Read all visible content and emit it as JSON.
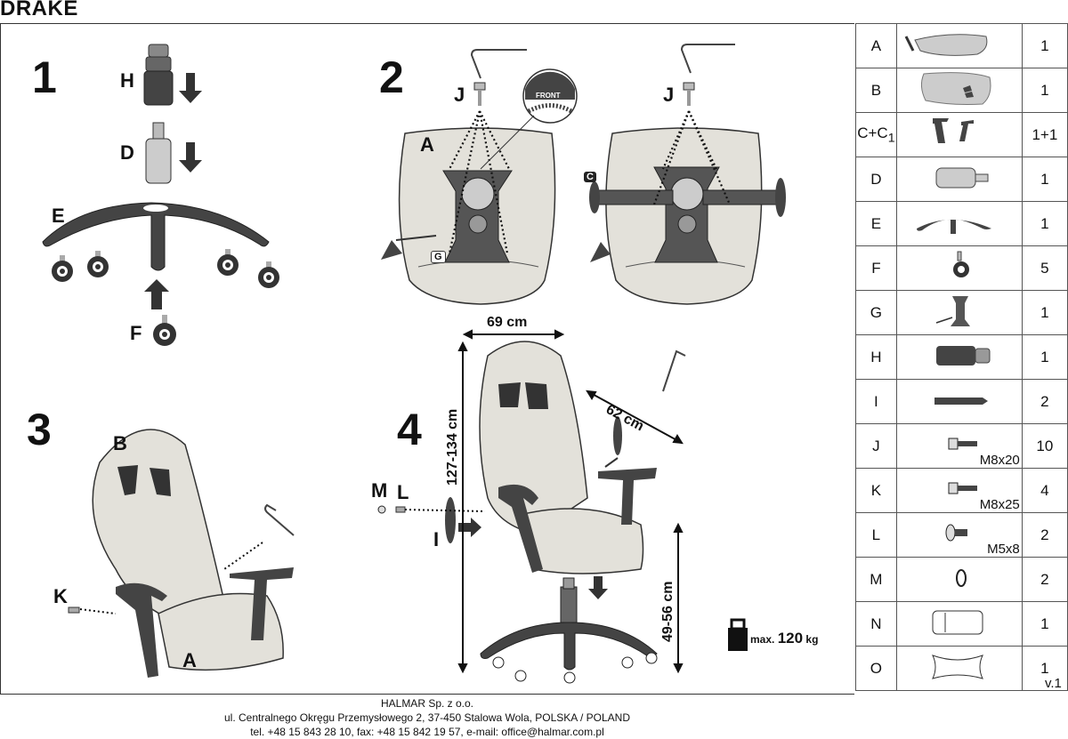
{
  "doc": {
    "title": "DRAKE",
    "version": "v.1"
  },
  "steps": [
    "1",
    "2",
    "3",
    "4"
  ],
  "labels": {
    "H": "H",
    "D": "D",
    "E": "E",
    "F": "F",
    "J1": "J",
    "J2": "J",
    "A2": "A",
    "G": "G",
    "C": "C",
    "front": "FRONT",
    "B": "B",
    "K": "K",
    "A3": "A",
    "M": "M",
    "L": "L",
    "I": "I"
  },
  "dimensions": {
    "width": "69 cm",
    "depth": "62 cm",
    "height": "127-134 cm",
    "seat_height": "49-56 cm"
  },
  "max_load": {
    "label": "max.",
    "value": "120",
    "unit": "kg"
  },
  "parts": [
    {
      "code": "A",
      "icon": "seat-icon",
      "qty": "1"
    },
    {
      "code": "B",
      "icon": "backrest-icon",
      "qty": "1"
    },
    {
      "code": "C+C",
      "sub": "1",
      "icon": "armrests-icon",
      "qty": "1+1"
    },
    {
      "code": "D",
      "icon": "gas-lift-icon",
      "qty": "1"
    },
    {
      "code": "E",
      "icon": "star-base-icon",
      "qty": "1"
    },
    {
      "code": "F",
      "icon": "caster-icon",
      "qty": "5"
    },
    {
      "code": "G",
      "icon": "mechanism-icon",
      "qty": "1"
    },
    {
      "code": "H",
      "icon": "lift-cover-icon",
      "qty": "1"
    },
    {
      "code": "I",
      "icon": "connector-icon",
      "qty": "2"
    },
    {
      "code": "J",
      "icon": "bolt-icon",
      "spec": "M8x20",
      "qty": "10"
    },
    {
      "code": "K",
      "icon": "bolt-icon",
      "spec": "M8x25",
      "qty": "4"
    },
    {
      "code": "L",
      "icon": "screw-icon",
      "spec": "M5x8",
      "qty": "2"
    },
    {
      "code": "M",
      "icon": "washer-icon",
      "qty": "2"
    },
    {
      "code": "N",
      "icon": "pillow-icon",
      "qty": "1"
    },
    {
      "code": "O",
      "icon": "lumbar-pillow-icon",
      "qty": "1"
    }
  ],
  "footer": {
    "company": "HALMAR Sp. z o.o.",
    "address": "ul. Centralnego Okręgu Przemysłowego 2, 37-450 Stalowa Wola, POLSKA / POLAND",
    "contact": "tel. +48 15 843 28 10, fax: +48 15 842 19 57, e-mail: office@halmar.com.pl"
  }
}
